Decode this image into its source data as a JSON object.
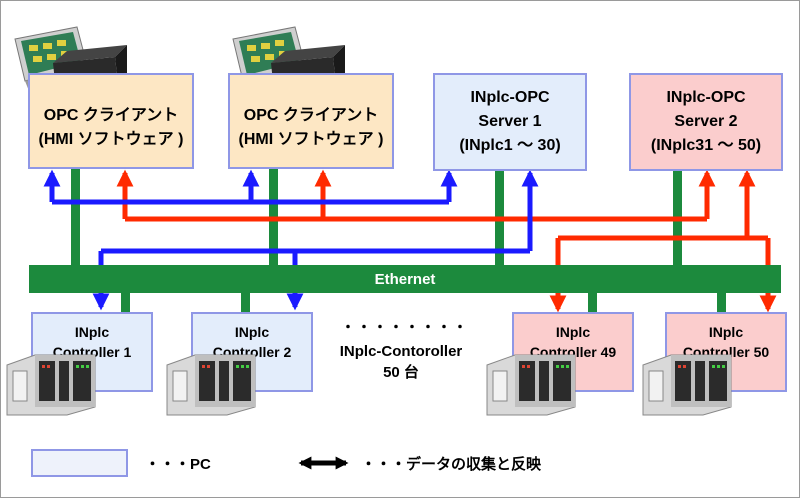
{
  "network_label": "Ethernet",
  "clients": [
    {
      "line1": "OPC クライアント",
      "line2": "(HMI ソフトウェア )"
    },
    {
      "line1": "OPC クライアント",
      "line2": "(HMI ソフトウェア )"
    }
  ],
  "servers": [
    {
      "line1": "INplc-OPC",
      "line2": "Server 1",
      "line3": "(INplc1 ～ 30)"
    },
    {
      "line1": "INplc-OPC",
      "line2": "Server 2",
      "line3": "(INplc31 ～ 50)"
    }
  ],
  "controllers": [
    {
      "line1": "INplc",
      "line2": "Controller 1"
    },
    {
      "line1": "INplc",
      "line2": "Controller 2"
    },
    {
      "line1": "INplc",
      "line2": "Controller 49"
    },
    {
      "line1": "INplc",
      "line2": "Controller 50"
    }
  ],
  "middle_note": {
    "dots": "・・・・・・・・",
    "line1": "INplc-Contoroller",
    "line2": "50 台"
  },
  "legend": {
    "pc_text": "・・・PC",
    "arrow_text": "・・・データの収集と反映"
  },
  "colors": {
    "blue_arrow": "#1a1aff",
    "red_arrow": "#ff2a00",
    "ethernet": "#1c8a3d",
    "box_border": "#8f97e6"
  }
}
